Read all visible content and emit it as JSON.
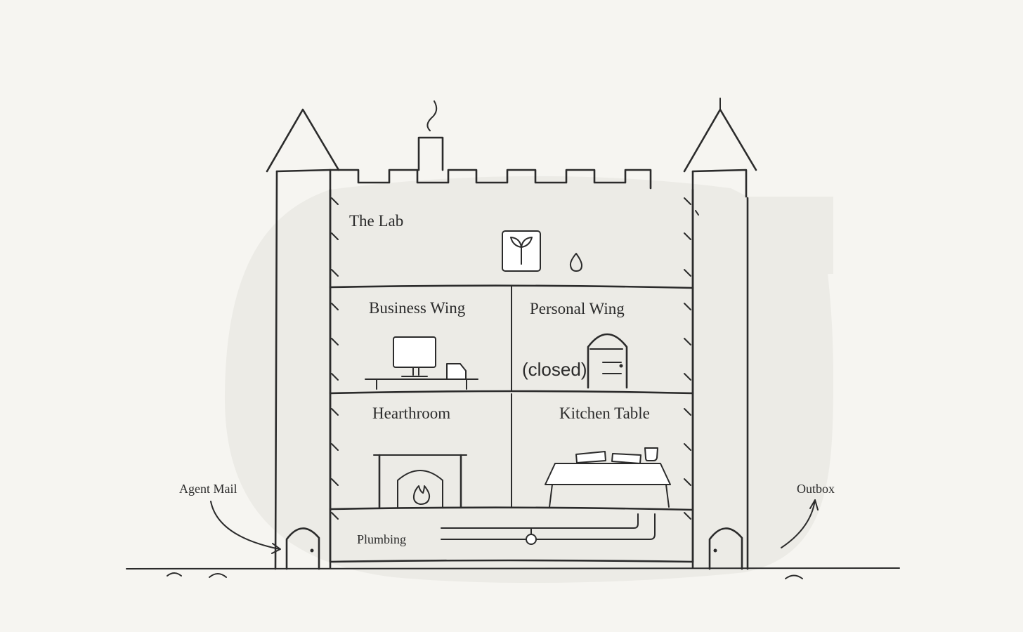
{
  "rooms": {
    "lab": {
      "label": "The Lab"
    },
    "business": {
      "label": "Business Wing"
    },
    "personal": {
      "label": "Personal Wing",
      "status": "(closed)"
    },
    "hearth": {
      "label": "Hearthroom"
    },
    "kitchen": {
      "label": "Kitchen Table"
    },
    "plumbing": {
      "label": "Plumbing"
    }
  },
  "flows": {
    "inbound": {
      "label": "Agent Mail"
    },
    "outbound": {
      "label": "Outbox"
    }
  },
  "icons": {
    "lab": "sprout-icon",
    "lab_drop": "water-drop-icon",
    "business": "computer-desk-icon",
    "personal": "arched-door-icon",
    "hearth": "fireplace-icon",
    "kitchen": "kitchen-table-icon",
    "plumbing": "pipes-icon"
  },
  "colors": {
    "background": "#f6f5f1",
    "blob": "#ecebe6",
    "ink": "#2b2b2b"
  }
}
